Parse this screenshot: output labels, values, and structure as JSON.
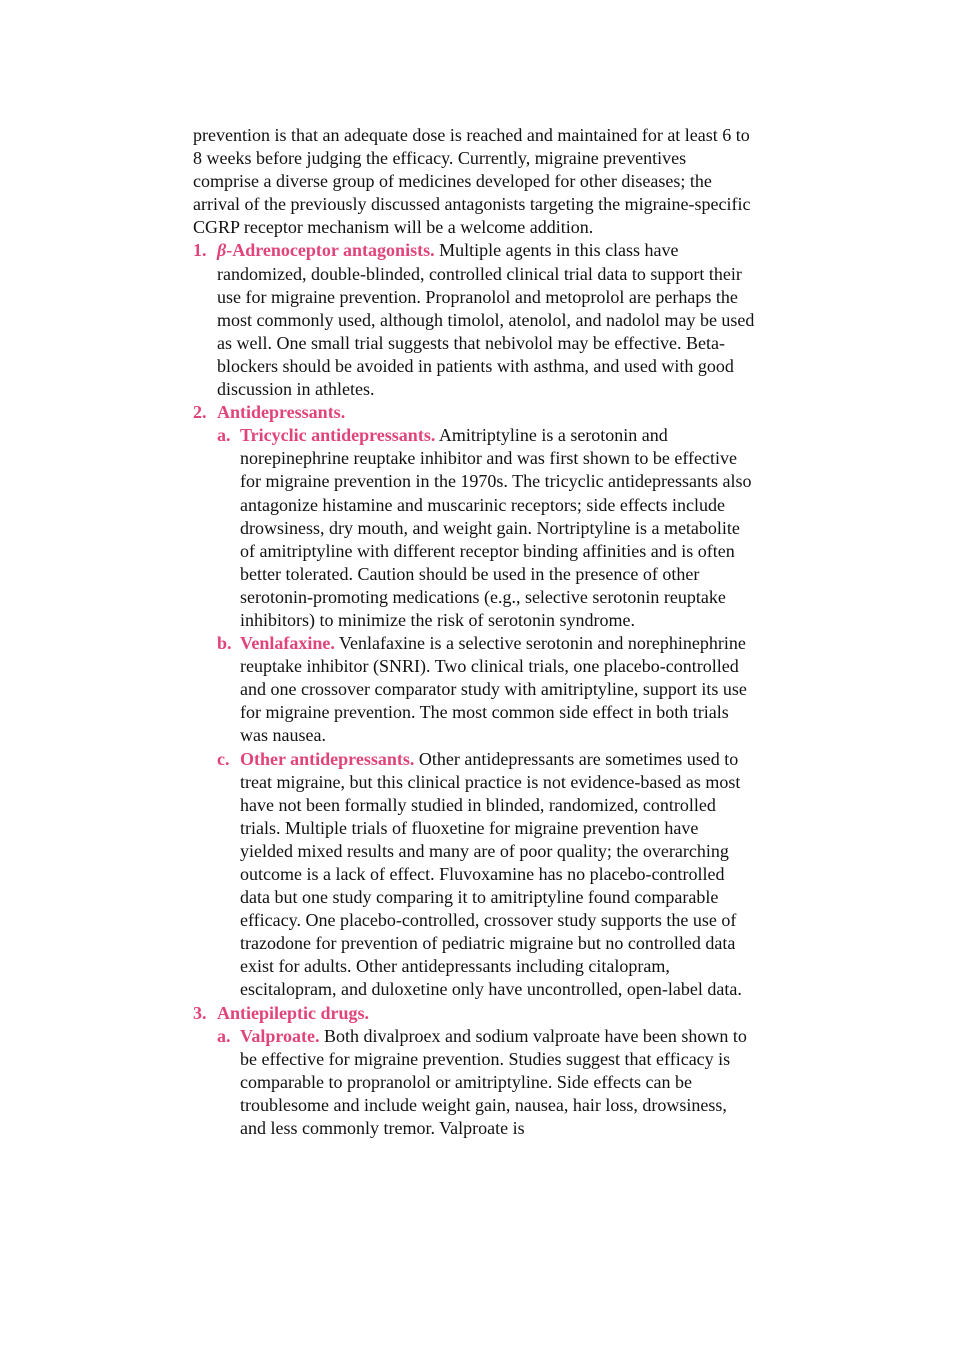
{
  "intro": "prevention is that an adequate dose is reached and maintained for at least 6 to 8 weeks before judging the efficacy. Currently, migraine preventives comprise a diverse group of medicines developed for other diseases; the arrival of the previously discussed antagonists targeting the migraine-specific CGRP receptor mechanism will be a welcome addition.",
  "items": [
    {
      "marker": "1.",
      "head_greek": "β",
      "head": "-Adrenoceptor antagonists.",
      "body": " Multiple agents in this class have randomized, double-blinded, controlled clinical trial data to support their use for migraine prevention. Propranolol and metoprolol are perhaps the most commonly used, although timolol, atenolol, and nadolol may be used as well. One small trial suggests that nebivolol may be effective. Beta-blockers should be avoided in patients with asthma, and used with good discussion in athletes."
    },
    {
      "marker": "2.",
      "head": "Antidepressants.",
      "sub": [
        {
          "marker": "a.",
          "head": "Tricyclic antidepressants.",
          "body": " Amitriptyline is a serotonin and norepinephrine reuptake inhibitor and was first shown to be effective for migraine prevention in the 1970s. The tricyclic antidepressants also antagonize histamine and muscarinic receptors; side effects include drowsiness, dry mouth, and weight gain. Nortriptyline is a metabolite of amitriptyline with different receptor binding affinities and is often better tolerated. Caution should be used in the presence of other serotonin-promoting medications (e.g., selective serotonin reuptake inhibitors) to minimize the risk of serotonin syndrome."
        },
        {
          "marker": "b.",
          "head": "Venlafaxine.",
          "body": " Venlafaxine is a selective serotonin and norephinephrine reuptake inhibitor (SNRI). Two clinical trials, one placebo-controlled and one crossover comparator study with amitriptyline, support its use for migraine prevention. The most common side effect in both trials was nausea."
        },
        {
          "marker": "c.",
          "head": "Other antidepressants.",
          "body": " Other antidepressants are sometimes used to treat migraine, but this clinical practice is not evidence-based as most have not been formally studied in blinded, randomized, controlled trials. Multiple trials of fluoxetine for migraine prevention have yielded mixed results and many are of poor quality; the overarching outcome is a lack of effect. Fluvoxamine has no placebo-controlled data but one study comparing it to amitriptyline found comparable efficacy. One placebo-controlled, crossover study supports the use of trazodone for prevention of pediatric migraine but no controlled data exist for adults. Other antidepressants including citalopram, escitalopram, and duloxetine only have uncontrolled, open-label data."
        }
      ]
    },
    {
      "marker": "3.",
      "head": "Antiepileptic drugs.",
      "sub": [
        {
          "marker": "a.",
          "head": "Valproate.",
          "body": " Both divalproex and sodium valproate have been shown to be effective for migraine prevention. Studies suggest that efficacy is comparable to propranolol or amitriptyline. Side effects can be troublesome and include weight gain, nausea, hair loss, drowsiness, and less commonly tremor. Valproate is"
        }
      ]
    }
  ],
  "colors": {
    "heading": "#e0447a",
    "text": "#111111",
    "background": "#ffffff"
  }
}
